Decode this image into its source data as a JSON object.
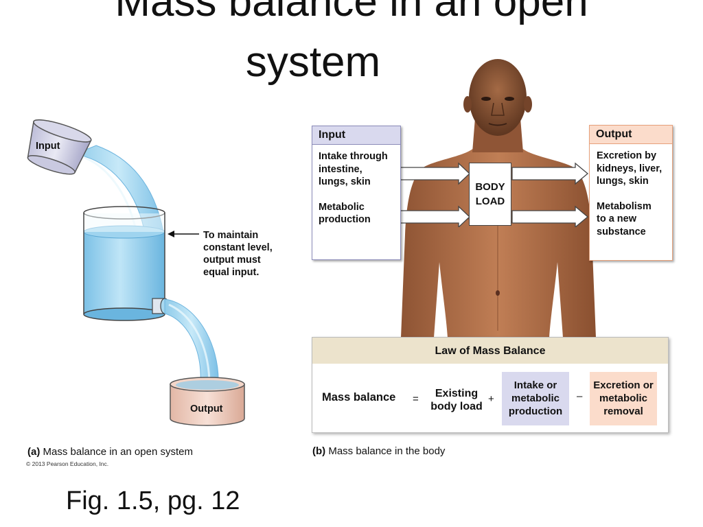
{
  "slide": {
    "title_line1": "Mass balance in an open",
    "title_line2": "system",
    "figure_ref": "Fig. 1.5, pg. 12"
  },
  "panel_a": {
    "input_label": "Input",
    "output_label": "Output",
    "annotation_lines": [
      "To maintain",
      "constant level,",
      "output must",
      "equal input."
    ],
    "caption_letter": "(a)",
    "caption_text": "Mass balance in an open system",
    "copyright": "© 2013 Pearson Education, Inc."
  },
  "panel_b": {
    "input_header": "Input",
    "input_item1": [
      "Intake through",
      "intestine,",
      "lungs, skin"
    ],
    "input_item2": [
      "Metabolic",
      "production"
    ],
    "body_load": [
      "BODY",
      "LOAD"
    ],
    "output_header": "Output",
    "output_item1": [
      "Excretion by",
      "kidneys, liver,",
      "lungs, skin"
    ],
    "output_item2": [
      "Metabolism",
      "to a new",
      "substance"
    ],
    "law_title": "Law of Mass Balance",
    "equation": {
      "lhs": "Mass balance",
      "equals": "=",
      "existing": [
        "Existing",
        "body load"
      ],
      "plus": "+",
      "intake": [
        "Intake or",
        "metabolic",
        "production"
      ],
      "minus": "–",
      "excretion": [
        "Excretion or",
        "metabolic",
        "removal"
      ]
    },
    "caption_letter": "(b)",
    "caption_text": "Mass balance in the body"
  },
  "colors": {
    "water": "#a8d8f0",
    "water_dark": "#6cb4de",
    "input_accent": "#d9d9ee",
    "output_accent": "#fbdccb",
    "law_header": "#ece3cc",
    "skin": "#b7734a"
  }
}
